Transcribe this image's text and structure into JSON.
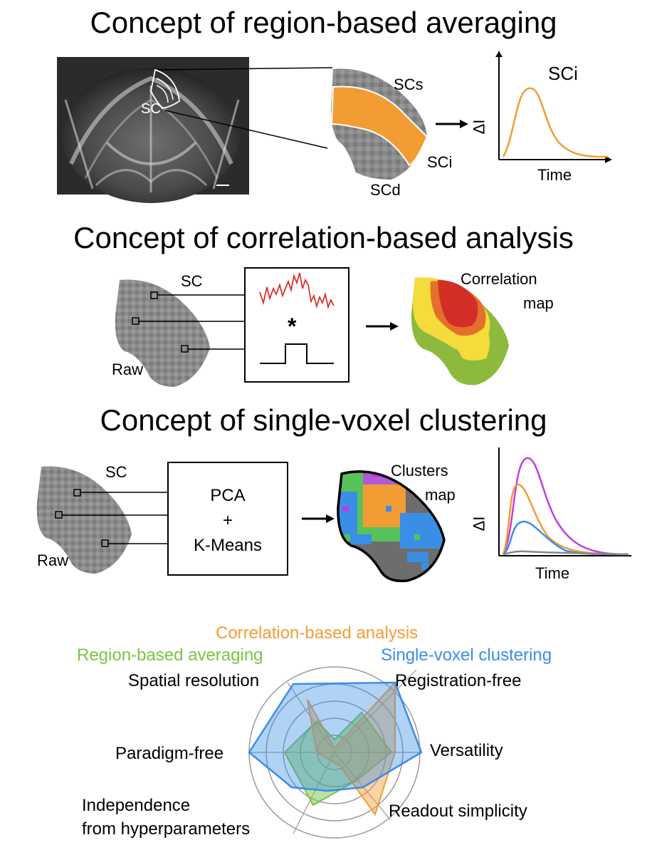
{
  "section1": {
    "title": "Concept of region-based averaging",
    "image_label": "SC",
    "labels": {
      "scs": "SCs",
      "sci": "SCi",
      "scd": "SCd"
    },
    "plot": {
      "title": "SCi",
      "ylabel": "ΔI",
      "xlabel": "Time"
    }
  },
  "section2": {
    "title": "Concept of correlation-based analysis",
    "sc_label": "SC",
    "raw_label": "Raw",
    "operator": "*",
    "map_label_line1": "Correlation",
    "map_label_line2": "map"
  },
  "section3": {
    "title": "Concept of single-voxel clustering",
    "sc_label": "SC",
    "raw_label": "Raw",
    "method_line1": "PCA",
    "method_line2": "+",
    "method_line3": "K-Means",
    "map_label_line1": "Clusters",
    "map_label_line2": "map",
    "plot": {
      "ylabel": "ΔI",
      "xlabel": "Time"
    }
  },
  "radar": {
    "legend": {
      "correlation": "Correlation-based analysis",
      "region": "Region-based averaging",
      "clustering": "Single-voxel clustering"
    },
    "axes": {
      "registration": "Registration-free",
      "versatility": "Versatility",
      "readout": "Readout simplicity",
      "independence_line1": "Independence",
      "independence_line2": "from hyperparameters",
      "paradigm": "Paradigm-free",
      "spatial": "Spatial resolution"
    },
    "colors": {
      "correlation": "#F39C34",
      "region": "#7CC444",
      "clustering": "#3A8EE6"
    }
  }
}
